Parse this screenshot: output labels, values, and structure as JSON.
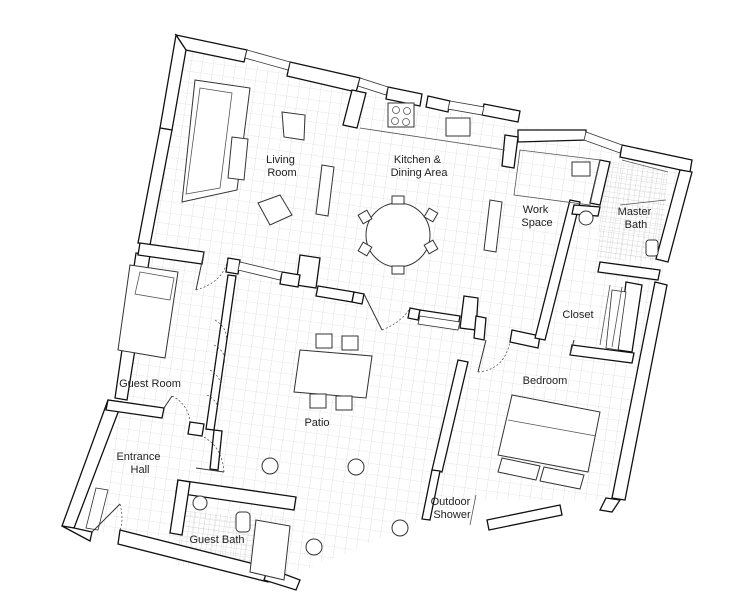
{
  "plan": {
    "rooms": [
      {
        "id": "living-room",
        "lines": [
          "Living",
          "Room"
        ]
      },
      {
        "id": "kitchen-dining",
        "lines": [
          "Kitchen &",
          "Dining Area"
        ]
      },
      {
        "id": "work-space",
        "lines": [
          "Work",
          "Space"
        ]
      },
      {
        "id": "master-bath",
        "lines": [
          "Master",
          "Bath"
        ]
      },
      {
        "id": "closet",
        "lines": [
          "Closet"
        ]
      },
      {
        "id": "bedroom",
        "lines": [
          "Bedroom"
        ]
      },
      {
        "id": "guest-room",
        "lines": [
          "Guest Room"
        ]
      },
      {
        "id": "patio",
        "lines": [
          "Patio"
        ]
      },
      {
        "id": "entrance-hall",
        "lines": [
          "Entrance",
          "Hall"
        ]
      },
      {
        "id": "outdoor-shower",
        "lines": [
          "Outdoor",
          "Shower"
        ]
      },
      {
        "id": "guest-bath",
        "lines": [
          "Guest Bath"
        ]
      }
    ],
    "colors": {
      "wall": "#111111",
      "grid": "#cfcfcf",
      "text": "#222222",
      "background": "#ffffff"
    }
  }
}
